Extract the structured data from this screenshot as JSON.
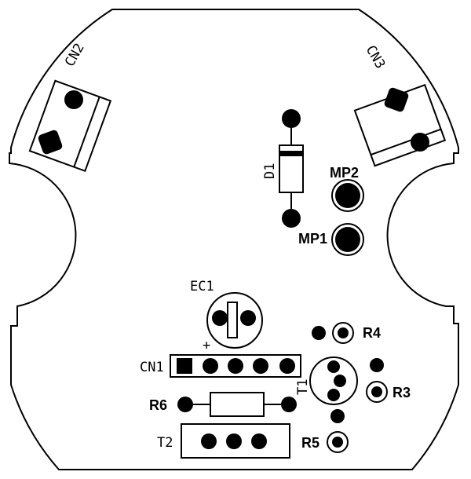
{
  "board": {
    "labels": {
      "cn2": "CN2",
      "cn3": "CN3",
      "d1": "D1",
      "mp2": "MP2",
      "mp1": "MP1",
      "ec1": "EC1",
      "ec1_polarity": "+",
      "cn1": "CN1",
      "t1": "T1",
      "r4": "R4",
      "r3": "R3",
      "r5": "R5",
      "r6": "R6",
      "t2": "T2"
    }
  }
}
